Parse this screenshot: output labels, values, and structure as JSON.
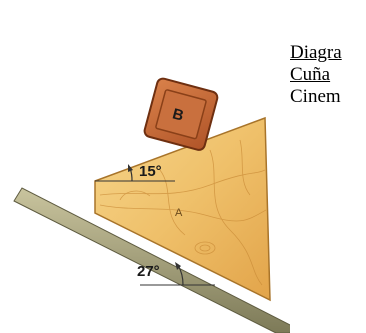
{
  "diagram": {
    "block_label": "B",
    "wedge_label": "A",
    "angle_wedge": "15°",
    "angle_incline": "27°"
  },
  "caption": {
    "line1": "Diagra",
    "line2": "Cuña",
    "line3": "Cinem"
  },
  "colors": {
    "wood_light": "#f2c873",
    "wood_dark": "#d89a3c",
    "block_fill": "#c56a3a",
    "incline": "#8c8a6a"
  }
}
